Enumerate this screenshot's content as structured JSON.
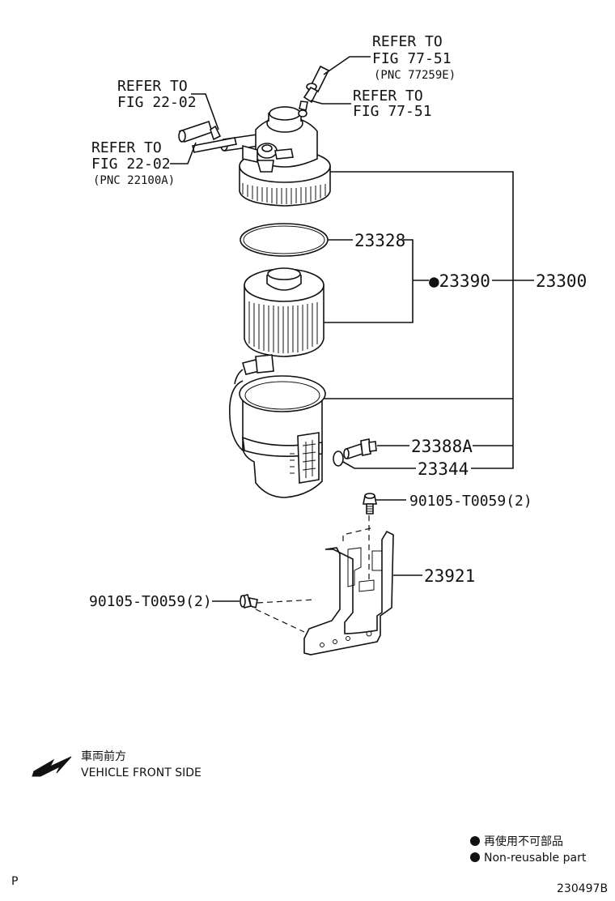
{
  "labels": {
    "refer_top": "REFER TO",
    "fig_top": "FIG 77-51",
    "pnc_top": "(PNC 77259E)",
    "refer_mid": "REFER TO",
    "fig_mid": "FIG 77-51",
    "refer_left1": "REFER TO",
    "fig_left1": "FIG 22-02",
    "refer_left2": "REFER TO",
    "fig_left2": "FIG 22-02",
    "pnc_left2": "(PNC 22100A)",
    "p_23328": "23328",
    "p_23390": "●23390",
    "p_23300": "23300",
    "p_23388a": "23388A",
    "p_23344": "23344",
    "p_bolt_right": "90105-T0059(2)",
    "p_23921": "23921",
    "p_bolt_left": "90105-T0059(2)"
  },
  "direction": {
    "jp": "車両前方",
    "en": "VEHICLE FRONT SIDE"
  },
  "legend": {
    "jp": "再使用不可部品",
    "en": "Non-reusable part"
  },
  "footer": {
    "left": "P",
    "code": "230497B"
  }
}
